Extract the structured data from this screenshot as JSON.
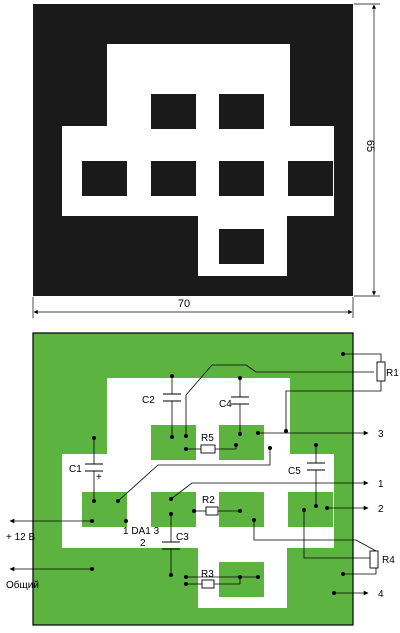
{
  "top_drawing": {
    "dim_width": "70",
    "dim_height": "65"
  },
  "schematic": {
    "components": {
      "r1": "R1",
      "r2": "R2",
      "r3": "R3",
      "r4": "R4",
      "r5": "R5",
      "c1": "C1",
      "c2": "C2",
      "c3": "C3",
      "c4": "C4",
      "c5": "C5",
      "c1_polarity": "+"
    },
    "chip": {
      "label": "1 DA1 3",
      "pin2": "2"
    },
    "terminals": {
      "t1": "1",
      "t2": "2",
      "t3": "3",
      "t4": "4",
      "supply": "+ 12 В",
      "common": "Общий"
    }
  },
  "colors": {
    "copper_dark": "#1a1a1a",
    "board_green": "#5cb340",
    "pad_green": "#5cb340",
    "ink": "#000000",
    "paper": "#ffffff"
  }
}
